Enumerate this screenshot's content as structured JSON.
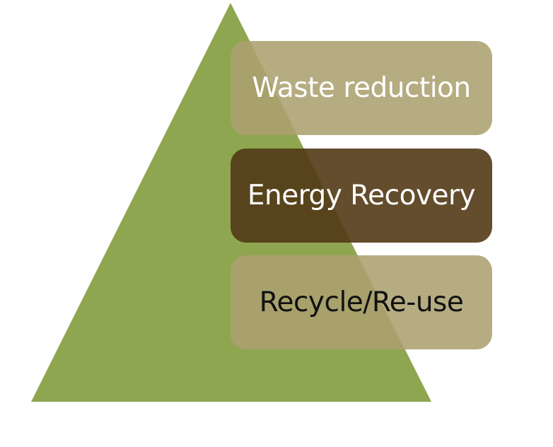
{
  "colors": {
    "pyramid": "#8ea650",
    "level_light": "rgba(172,160,112,0.88)",
    "level_dark": "rgba(82,58,22,0.90)",
    "text_light": "#ffffff",
    "text_dark": "#111111"
  },
  "levels": [
    {
      "label": "Waste reduction",
      "style": "light",
      "text_color": "light"
    },
    {
      "label": "Energy Recovery",
      "style": "dark",
      "text_color": "light"
    },
    {
      "label": "Recycle/Re-use",
      "style": "light",
      "text_color": "dark"
    }
  ]
}
